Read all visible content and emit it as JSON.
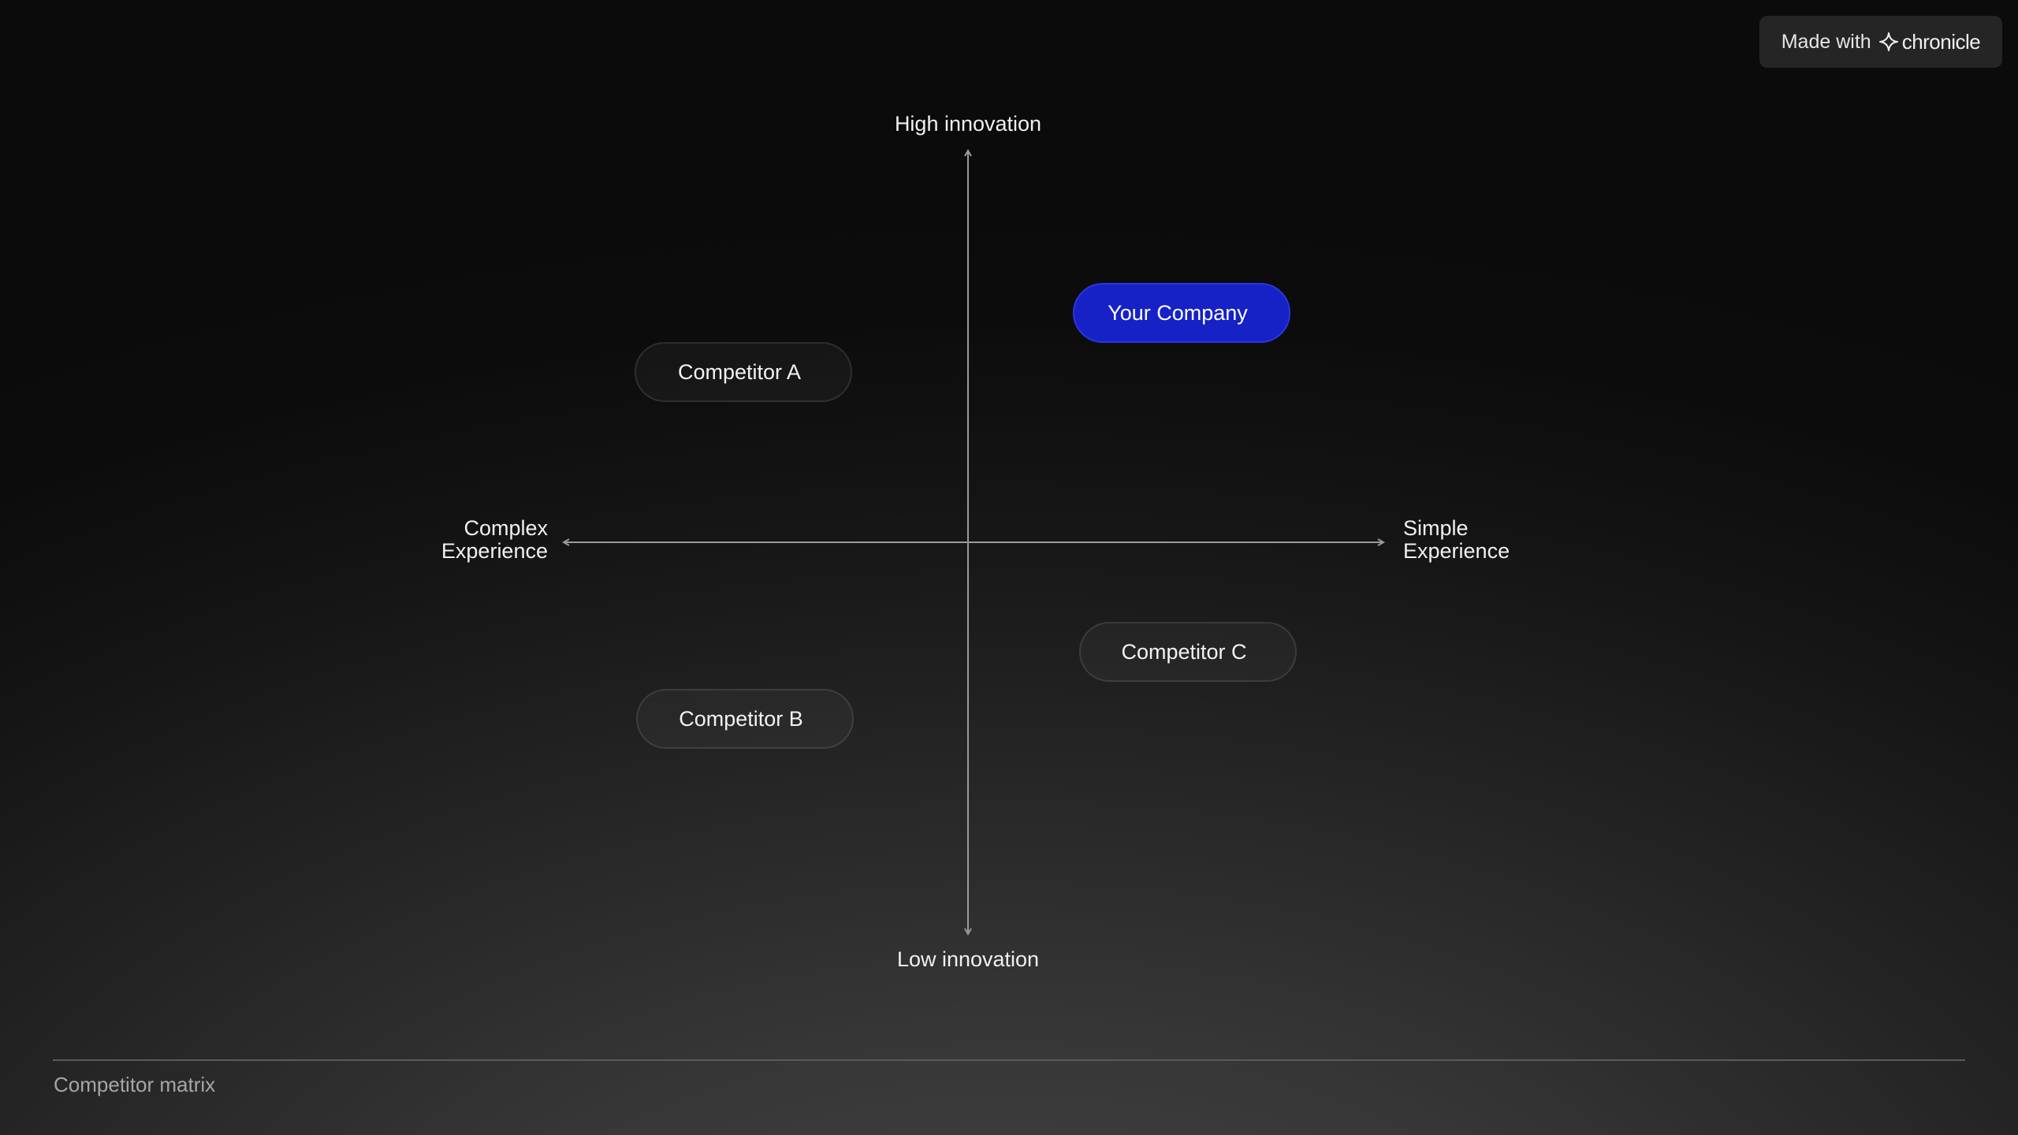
{
  "badge": {
    "prefix": "Made with",
    "brand": "chronicle",
    "icon": "sparkle-icon"
  },
  "axes": {
    "top": "High innovation",
    "bottom": "Low innovation",
    "left_line1": "Complex",
    "left_line2": "Experience",
    "right_line1": "Simple",
    "right_line2": "Experience"
  },
  "items": {
    "your_company": "Your Company",
    "competitor_a": "Competitor A",
    "competitor_b": "Competitor B",
    "competitor_c": "Competitor C"
  },
  "footer": {
    "title": "Competitor matrix"
  },
  "colors": {
    "accent": "#1622c6",
    "background": "#0b0b0b",
    "axis": "#9a9a9a"
  }
}
